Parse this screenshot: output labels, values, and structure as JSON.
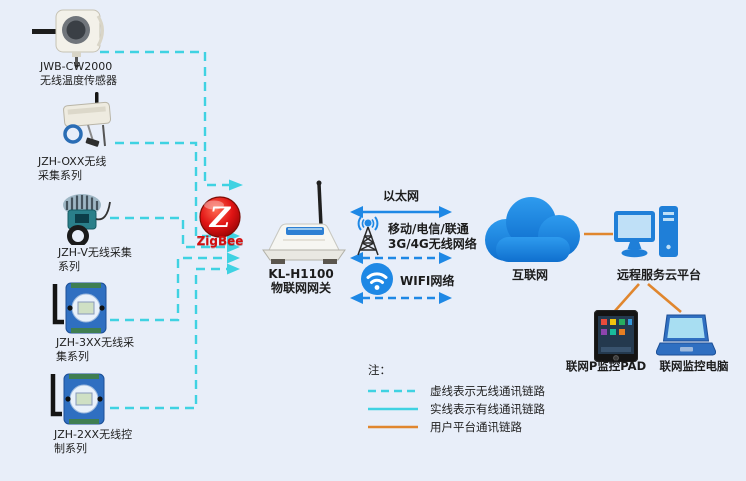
{
  "colors": {
    "background": "#e8eef9",
    "wireless": "#3fd2e2",
    "wired": "#1e88e5",
    "user_link": "#e0862e",
    "cloud": "#1d86e0",
    "zigbee": "#d40d0d",
    "text": "#2b2b2b"
  },
  "devices": [
    {
      "line1": "JWB-CW2000",
      "line2": "无线温度传感器"
    },
    {
      "line1": "JZH-OXX无线",
      "line2": "采集系列"
    },
    {
      "line1": "JZH-V无线采集",
      "line2": "系列"
    },
    {
      "line1": "JZH-3XX无线采",
      "line2": "集系列"
    },
    {
      "line1": "JZH-2XX无线控",
      "line2": "制系列"
    }
  ],
  "zigbee": {
    "label": "ZigBee",
    "initial": "Z"
  },
  "gateway": {
    "model": "KL-H1100",
    "name": "物联网网关"
  },
  "links": {
    "ethernet": "以太网",
    "cellular_line1": "移动/电信/联通",
    "cellular_line2": "3G/4G无线网络",
    "wifi": "WIFI网络"
  },
  "cloud": {
    "label": "互联网"
  },
  "server": {
    "label": "远程服务云平台"
  },
  "clients": {
    "pad": "联网P监控PAD",
    "pc": "联网监控电脑"
  },
  "legend": {
    "title": "注：",
    "items": [
      {
        "label": "虚线表示无线通讯链路"
      },
      {
        "label": "实线表示有线通讯链路"
      },
      {
        "label": "用户平台通讯链路"
      }
    ]
  }
}
